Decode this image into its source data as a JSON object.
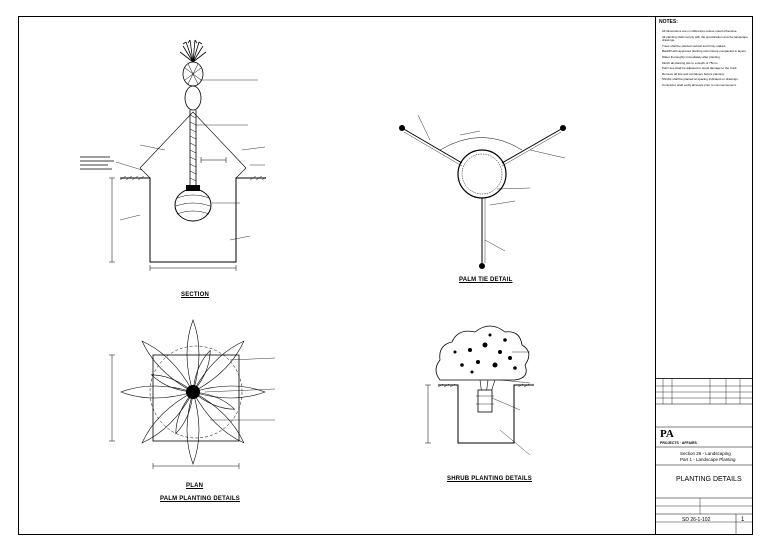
{
  "sheet": {
    "notes_heading": "NOTES:",
    "notes": [
      "All dimensions are in millimetres unless noted otherwise.",
      "All planting shall comply with the specification and the landscape drawings.",
      "Trees shall be planted vertical and firmly staked.",
      "Backfill with approved planting soil mixture compacted in layers.",
      "Water thoroughly immediately after planting.",
      "Mulch all planting pits to a depth of 75mm.",
      "Palm ties shall be adjusted to avoid damage to the trunk.",
      "Remove all ties and containers before planting.",
      "Shrubs shall be planted at spacing indicated on drawings.",
      "Contractor shall verify all levels prior to commencement."
    ]
  },
  "drawings": {
    "section_title": "SECTION",
    "palm_tie_title": "PALM TIE DETAIL",
    "plan_title": "PLAN",
    "palm_planting_title": "PALM PLANTING DETAILS",
    "shrub_planting_title": "SHRUB PLANTING DETAILS"
  },
  "titleblock": {
    "logo": "PA",
    "company": "PROJECTS · AFFAIRS",
    "project_line1": "Section 26 - Landscaping",
    "project_line2": "Part 1 - Landscape Planting",
    "drawing_title": "PLANTING DETAILS",
    "drawing_number": "SD 26-1-102",
    "revision": "1"
  }
}
